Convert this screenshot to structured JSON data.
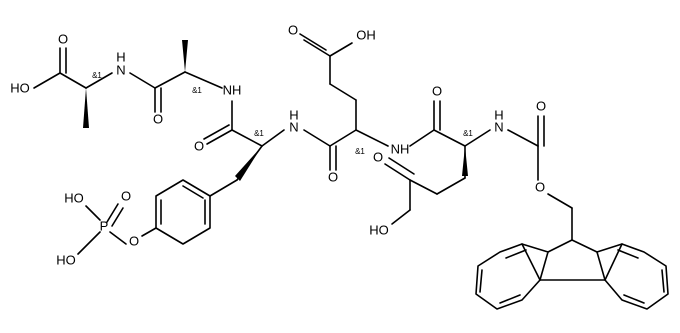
{
  "colors": {
    "ink": "#000000",
    "background": "#ffffff"
  },
  "labels": {
    "ho_ala_terminal": "HO",
    "o_ala_acid": "O",
    "nh_ala_ala": "H",
    "nh_ala_ala_n": "N",
    "o_ala_amide": "O",
    "nh_ala_tyr": "NH",
    "o_tyr_amide": "O",
    "nh_tyr_glu": "H",
    "nh_tyr_glu_n": "N",
    "o_glu_amide": "O",
    "o_glu_side_carbonyl": "O",
    "oh_glu_side": "OH",
    "nh_glu_glu": "NH",
    "o_glu2_amide": "O",
    "nh_glu2_fmoc": "H",
    "nh_glu2_fmoc_n": "N",
    "o_fmoc_carbonyl": "O",
    "o_fmoc_ester": "O",
    "o_glu2_side_carbonyl": "O",
    "ho_glu2_side": "HO",
    "ho_phospho_top": "HO",
    "p_phospho": "P",
    "o_phospho_double": "O",
    "ho_phospho_bottom": "HO",
    "o_phospho_bridge": "O"
  },
  "stereo_labels": {
    "ala_terminal": "&1",
    "ala_internal": "&1",
    "tyr": "&1",
    "glu_internal": "&1",
    "glu_fmoc": "&1"
  }
}
